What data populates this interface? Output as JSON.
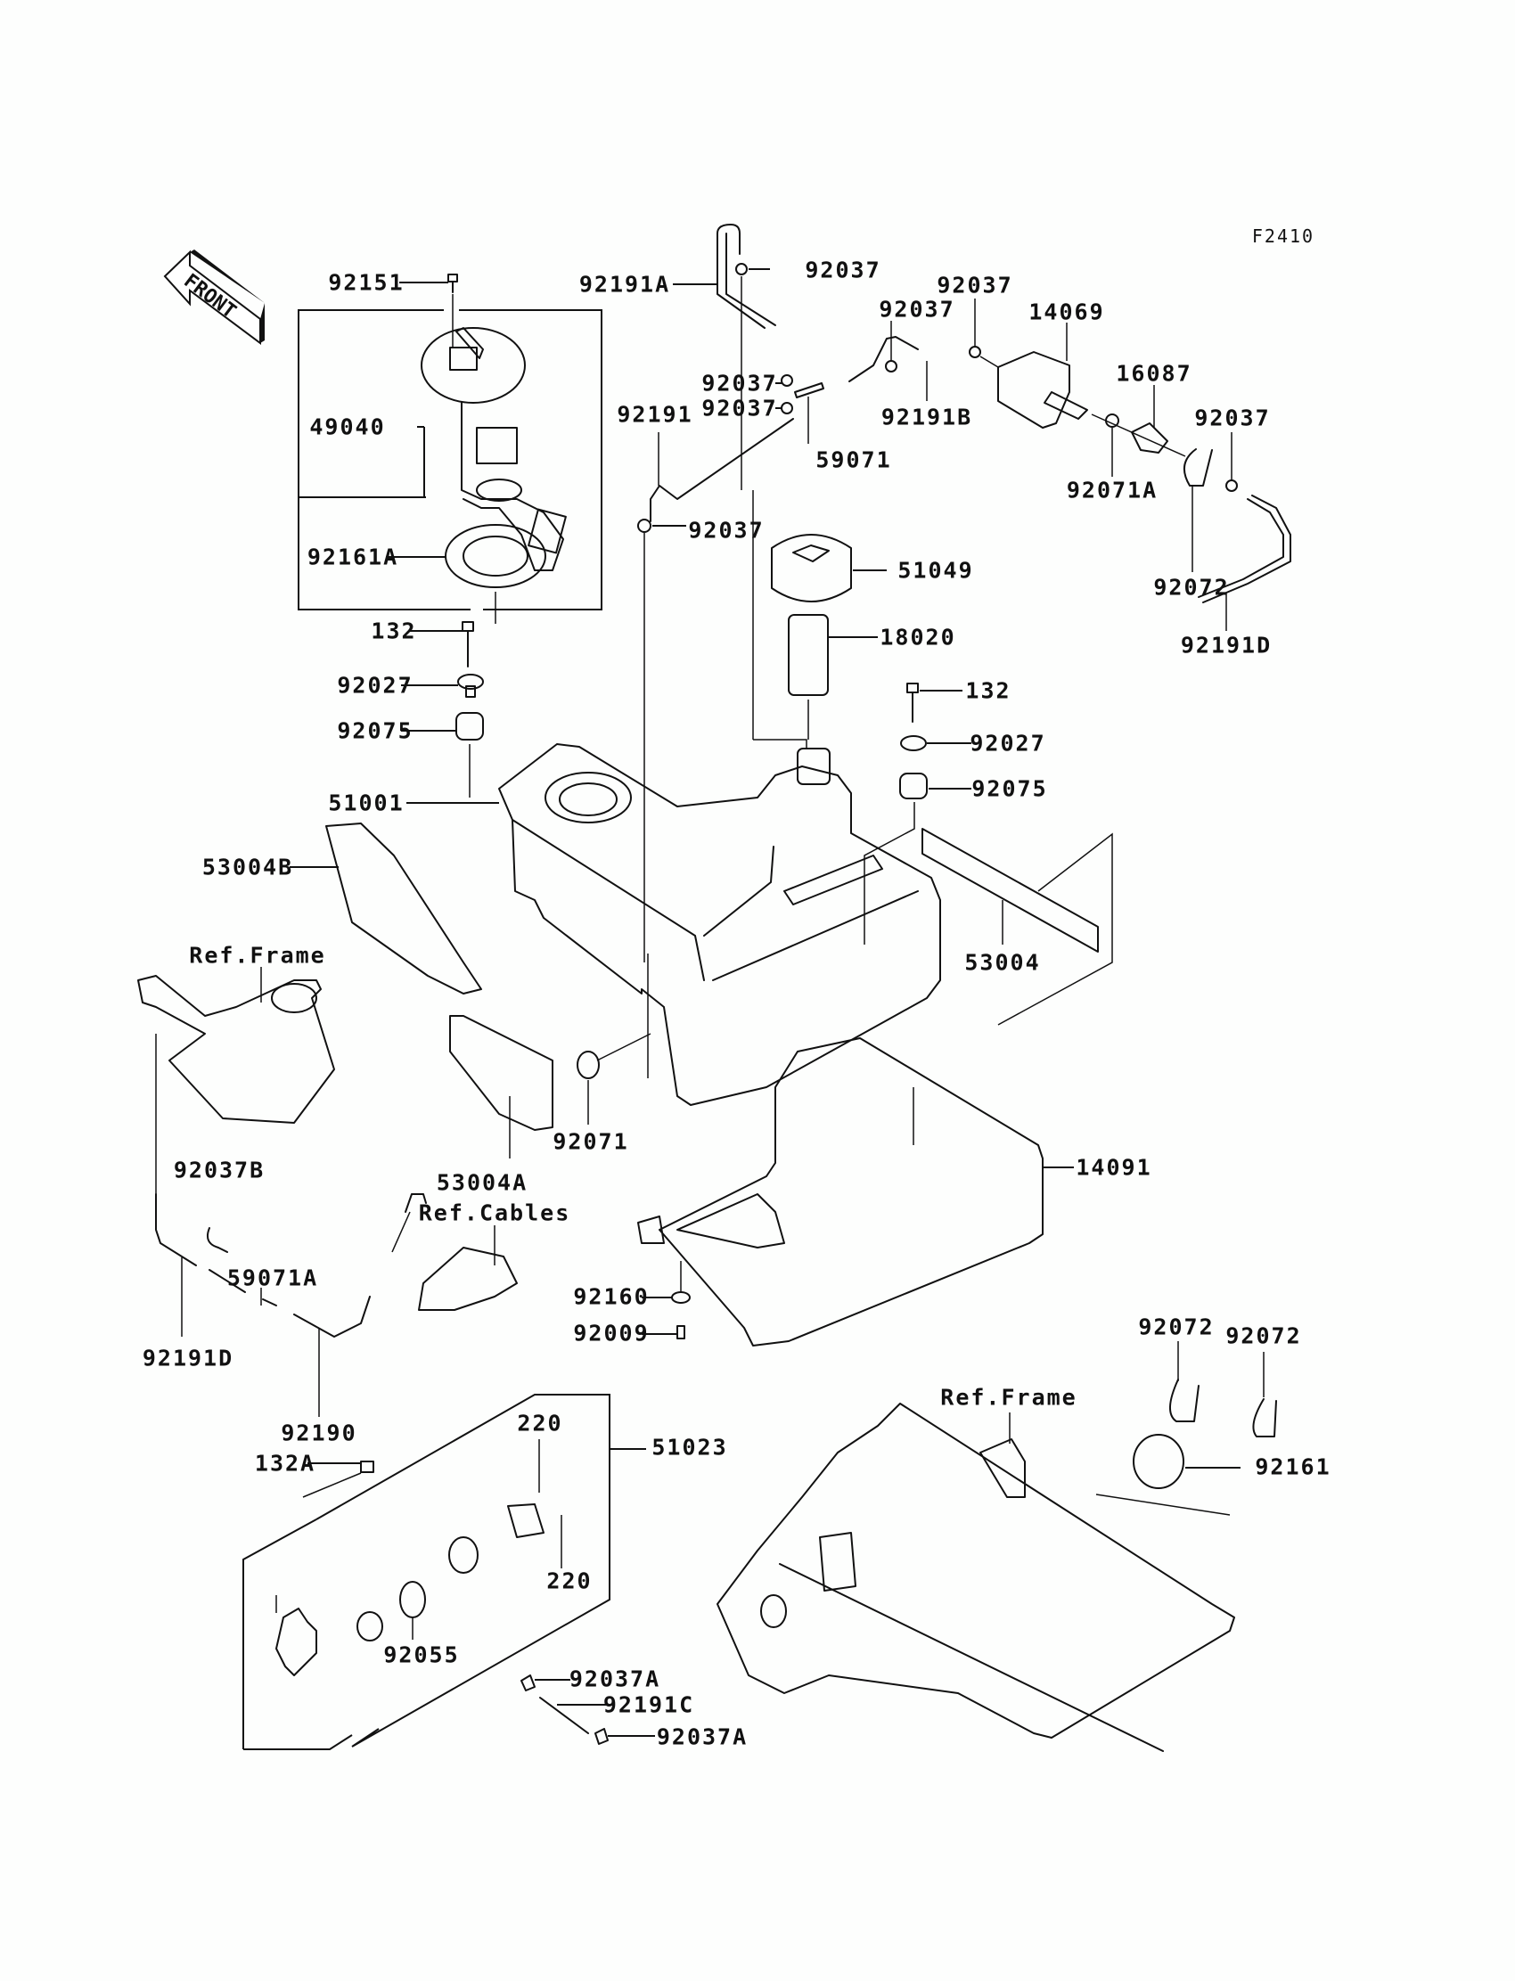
{
  "diagram": {
    "figure_id": "F2410",
    "direction_marker": "FRONT",
    "reference_labels": {
      "frame_left": "Ref.Frame",
      "cables": "Ref.Cables",
      "frame_bottom": "Ref.Frame"
    },
    "parts": {
      "p92151": "92151",
      "p49040": "49040",
      "p92161A": "92161A",
      "p132_left": "132",
      "p92027_left": "92027",
      "p92075_left": "92075",
      "p51001": "51001",
      "p53004B": "53004B",
      "p92037B": "92037B",
      "p59071A": "59071A",
      "p92191D_left": "92191D",
      "p92190": "92190",
      "p132A": "132A",
      "p53004A": "53004A",
      "p92071": "92071",
      "p92160": "92160",
      "p92009": "92009",
      "p14091": "14091",
      "p53004": "53004",
      "p92075_right": "92075",
      "p92027_right": "92027",
      "p132_right": "132",
      "p18020": "18020",
      "p51049": "51049",
      "p92037_a": "92037",
      "p92191": "92191",
      "p92037_b": "92037",
      "p92037_c": "92037",
      "p59071": "59071",
      "p92191A": "92191A",
      "p92037_top": "92037",
      "p92037_d": "92037",
      "p92037_e": "92037",
      "p14069": "14069",
      "p92191B": "92191B",
      "p16087": "16087",
      "p92037_f": "92037",
      "p92071A": "92071A",
      "p92072_top": "92072",
      "p92191D_right": "92191D",
      "p92072_b1": "92072",
      "p92072_b2": "92072",
      "p92161": "92161",
      "p51023": "51023",
      "p220_a": "220",
      "p220_b": "220",
      "p92055": "92055",
      "p92037A_a": "92037A",
      "p92191C": "92191C",
      "p92037A_b": "92037A"
    }
  }
}
